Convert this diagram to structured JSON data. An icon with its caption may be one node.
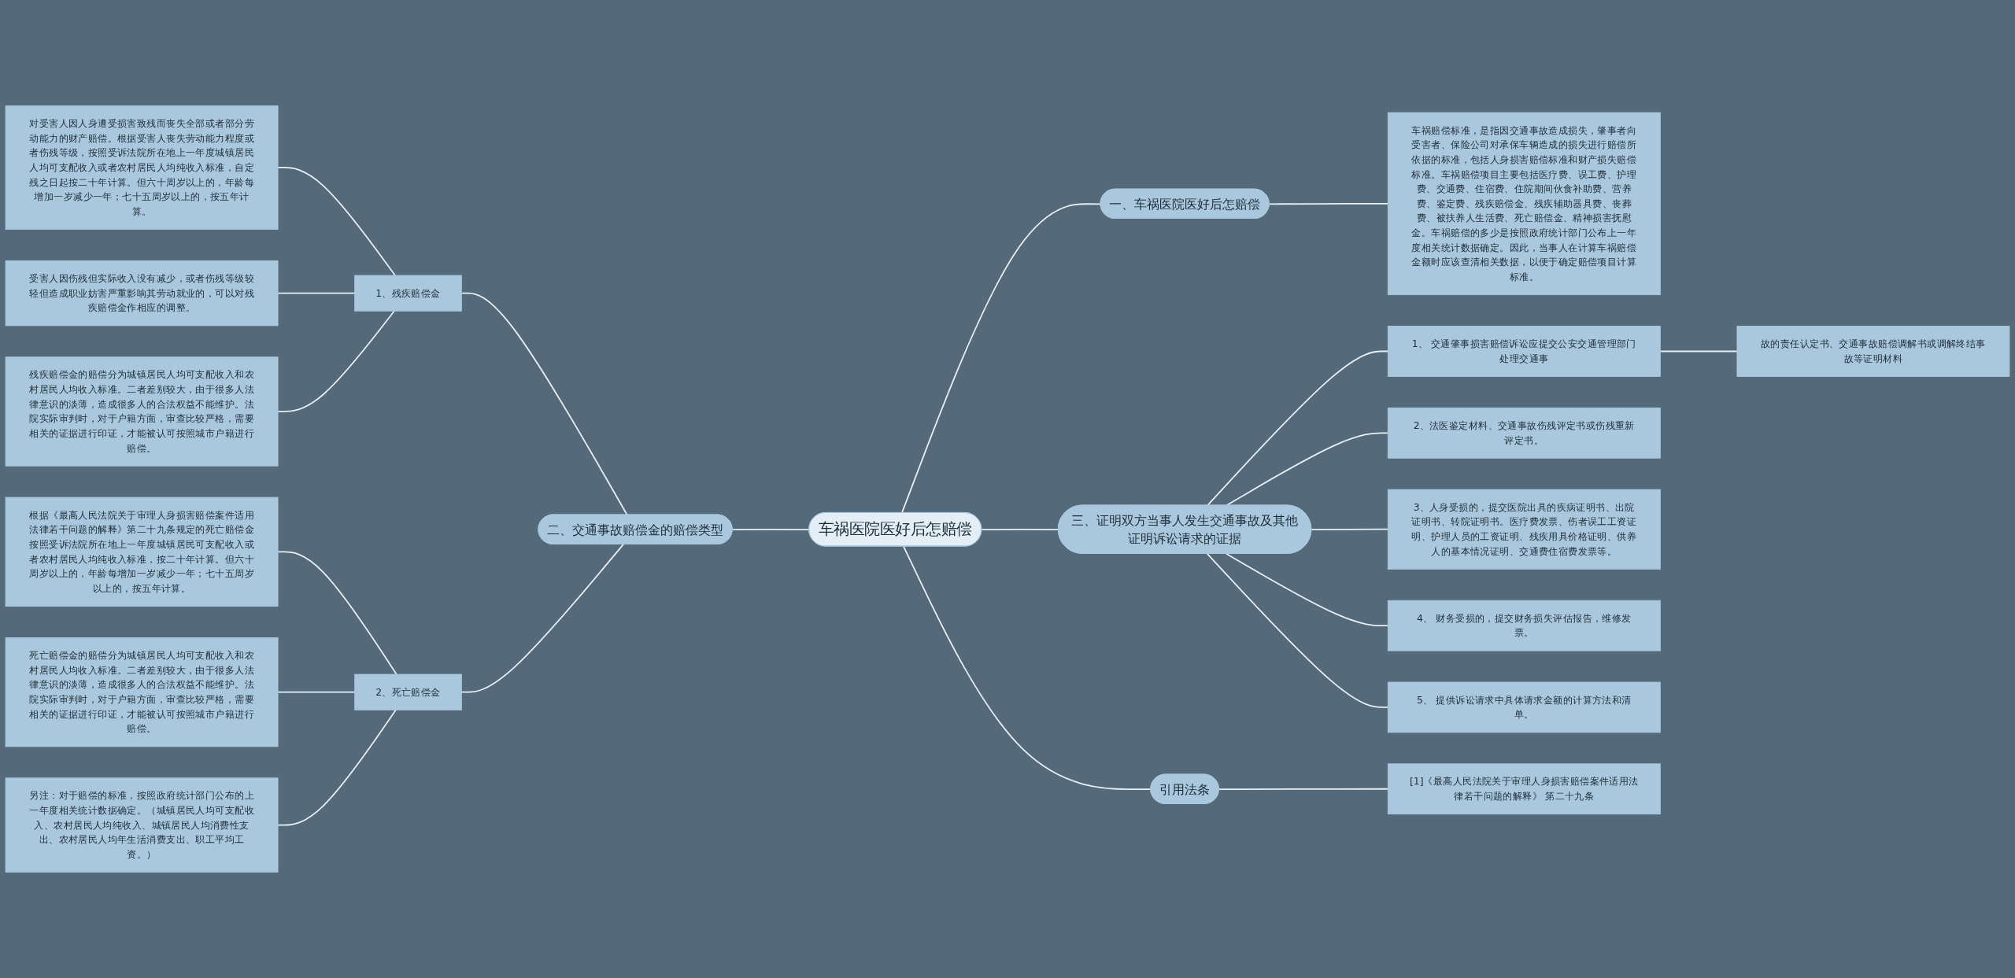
{
  "diagram": {
    "nodes": [
      {
        "text": [
          "车祸医院医好后怎赔偿"
        ]
      },
      {
        "text": [
          "一、车祸医院医好后怎赔偿"
        ]
      },
      {
        "text": [
          "车祸赔偿标准，是指因交通事故造成损失，肇事者向受害者、保险公司对承保车辆造成的损失进行赔偿所依据的标准，包括人身损害赔偿标准和财产损失赔偿标准。车祸赔偿项目主要包括医疗费、误工费、护理费、交通费、住宿费、住院期间伙食补助费、营养费、鉴定费、残疾赔偿金、残疾辅助器具费、丧葬费、被扶养人生活费、死亡赔偿金、精神损害抚慰金。车祸赔偿的多少是按照政府统计部门公布上一年度相关统计数据确定。因此，当事人在计算车祸赔偿金额时应该查清相关数据，以便于确定赔偿项目计算标准。"
        ]
      },
      {
        "text": [
          "三、证明双方当事人发生交通事故及其他证明诉讼请求的证据"
        ]
      },
      {
        "text": [
          "1、 交通肇事损害赔偿诉讼应提交公安交通管理部门处理交通事"
        ]
      },
      {
        "text": [
          "故的责任认定书、交通事故赔偿调解书或调解终结事故等证明材料"
        ]
      },
      {
        "text": [
          "2、法医鉴定材料、交通事故伤残评定书或伤残重新评定书。"
        ]
      },
      {
        "text": [
          "3、人身受损的，提交医院出具的疾病证明书、出院证明书、转院证明书。医疗费发票、伤者误工工资证明、护理人员的工资证明、残疾用具价格证明、供养人的基本情况证明、交通费住宿费发票等。"
        ]
      },
      {
        "text": [
          "4、 财务受损的，提交财务损失评估报告，维修发票。"
        ]
      },
      {
        "text": [
          "5、 提供诉讼请求中具体请求金额的计算方法和清单。"
        ]
      },
      {
        "text": [
          "二、交通事故赔偿金的赔偿类型"
        ]
      },
      {
        "text": [
          "1、残疾赔偿金"
        ]
      },
      {
        "text": [
          "对受害人因人身遭受损害致残而丧失全部或者部分劳动能力的财产赔偿。根据受害人丧失劳动能力程度或者伤残等级，按照受诉法院所在地上一年度城镇居民人均可支配收入或者农村居民人均纯收入标准，自定残之日起按二十年计算。但六十周岁以上的，年龄每增加一岁减少一年；七十五周岁以上的，按五年计算。"
        ]
      },
      {
        "text": [
          "受害人因伤残但实际收入没有减少，或者伤残等级较轻但造成职业妨害严重影响其劳动就业的，可以对残疾赔偿金作相应的调整。"
        ]
      },
      {
        "text": [
          "残疾赔偿金的赔偿分为城镇居民人均可支配收入和农村居民人均收入标准。二者差别较大，由于很多人法律意识的淡薄，造成很多人的合法权益不能维护。法院实际审判时，对于户籍方面，审查比较严格，需要相关的证据进行印证，才能被认可按照城市户籍进行赔偿。"
        ]
      },
      {
        "text": [
          "2、死亡赔偿金"
        ]
      },
      {
        "text": [
          "根据《最高人民法院关于审理人身损害赔偿案件适用法律若干问题的解释》第二十九条规定的死亡赔偿金按照受诉法院所在地上一年度城镇居民可支配收入或者农村居民人均纯收入标准，按二十年计算。但六十周岁以上的，年龄每增加一岁减少一年；七十五周岁以上的，按五年计算。"
        ]
      },
      {
        "text": [
          "死亡赔偿金的赔偿分为城镇居民人均可支配收入和农村居民人均收入标准。二者差别较大，由于很多人法律意识的淡薄，造成很多人的合法权益不能维护。法院实际审判时，对于户籍方面，审查比较严格，需要相关的证据进行印证，才能被认可按照城市户籍进行赔偿。"
        ]
      },
      {
        "text": [
          "另注：对于赔偿的标准，按照政府统计部门公布的上一年度相关统计数据确定。（城镇居民人均可支配收入、农村居民人均纯收入、城镇居民人均消费性支出、农村居民人均年生活消费支出、职工平均工资。）"
        ]
      },
      {
        "text": [
          "引用法条"
        ]
      },
      {
        "text": [
          "[1]《最高人民法院关于审理人身损害赔偿案件适用法律若干问题的解释》 第二十九条"
        ]
      }
    ],
    "edges": [
      {
        "from": 0,
        "to": 1,
        "arrow": "none"
      },
      {
        "from": 1,
        "to": 2,
        "arrow": "none"
      },
      {
        "from": 0,
        "to": 3,
        "arrow": "none"
      },
      {
        "from": 3,
        "to": 4,
        "arrow": "none"
      },
      {
        "from": 4,
        "to": 5,
        "arrow": "none"
      },
      {
        "from": 3,
        "to": 6,
        "arrow": "none"
      },
      {
        "from": 3,
        "to": 7,
        "arrow": "none"
      },
      {
        "from": 3,
        "to": 8,
        "arrow": "none"
      },
      {
        "from": 3,
        "to": 9,
        "arrow": "none"
      },
      {
        "from": 0,
        "to": 10,
        "arrow": "none"
      },
      {
        "from": 10,
        "to": 11,
        "arrow": "none"
      },
      {
        "from": 11,
        "to": 12,
        "arrow": "none"
      },
      {
        "from": 11,
        "to": 13,
        "arrow": "none"
      },
      {
        "from": 11,
        "to": 14,
        "arrow": "none"
      },
      {
        "from": 10,
        "to": 15,
        "arrow": "none"
      },
      {
        "from": 15,
        "to": 16,
        "arrow": "none"
      },
      {
        "from": 15,
        "to": 17,
        "arrow": "none"
      },
      {
        "from": 15,
        "to": 18,
        "arrow": "none"
      },
      {
        "from": 0,
        "to": 19,
        "arrow": "none"
      },
      {
        "from": 19,
        "to": 20,
        "arrow": "none"
      }
    ]
  }
}
